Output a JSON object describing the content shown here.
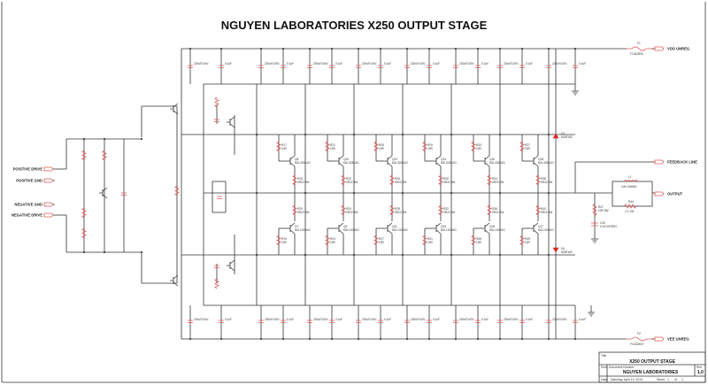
{
  "title": "NGUYEN LABORATORIES X250 OUTPUT STAGE",
  "ports": {
    "vdd": "VDD UNREG",
    "vee": "VEE UNREG",
    "feedback": "FEEDBACK LINE",
    "output": "OUTPUT",
    "pos_drive": "POSITIVE DRIVE",
    "pos_gnd": "POSITIVE GND",
    "neg_gnd": "NEGATIVE GND",
    "neg_drive": "NEGATIVE DRIVE"
  },
  "fuses": {
    "f1": "F1",
    "f2": "F2",
    "f_value": "F10A250V"
  },
  "output_network": {
    "l1": "L1",
    "l1_value": "2uH 16AWG",
    "r_l": "R44",
    "r_l_value": "2.2 1W",
    "r_zobel": "R47",
    "r_zobel_value": "10R 5W",
    "c_zobel": "C30",
    "c_zobel_value": "0.047uF250V"
  },
  "diodes": {
    "d_top": "D3",
    "d_bot": "D4",
    "value": "MUR160"
  },
  "columns": [
    {
      "qt": "Q8",
      "qb": "Q7",
      "rb_t": "R17",
      "rb_b": "R19",
      "re_t": "R18",
      "re_b": "R20"
    },
    {
      "qt": "Q10",
      "qb": "Q9",
      "rb_t": "R21",
      "rb_b": "R23",
      "re_t": "R22",
      "re_b": "R24"
    },
    {
      "qt": "Q12",
      "qb": "Q11",
      "rb_t": "R25",
      "rb_b": "R27",
      "re_t": "R26",
      "re_b": "R28"
    },
    {
      "qt": "Q14",
      "qb": "Q13",
      "rb_t": "R29",
      "rb_b": "R31",
      "re_t": "R30",
      "re_b": "R32"
    },
    {
      "qt": "Q16",
      "qb": "Q15",
      "rb_t": "R33",
      "rb_b": "R35",
      "re_t": "R34",
      "re_b": "R36"
    },
    {
      "qt": "Q18",
      "qb": "Q17",
      "rb_t": "R37",
      "rb_b": "R39",
      "re_t": "R38",
      "re_b": "R40"
    }
  ],
  "component_values": {
    "npn": "MJL3281AG",
    "pnp": "MJL1302AG",
    "rb": "10R",
    "re": "0R22 5W",
    "cap_big": "220uF100V",
    "cap_small": "0.1uF"
  },
  "title_block": {
    "title_label": "Title",
    "title": "X250 OUTPUT STAGE",
    "size_label": "Size",
    "doc_label": "Document Number",
    "doc": "NGUYEN LABORATORIES",
    "rev_label": "Rev",
    "rev": "1.0",
    "date_label": "Date:",
    "date": "Saturday, April 13, 2013",
    "sheet_label": "Sheet",
    "sheet": "1",
    "of_label": "of",
    "of": "1"
  }
}
